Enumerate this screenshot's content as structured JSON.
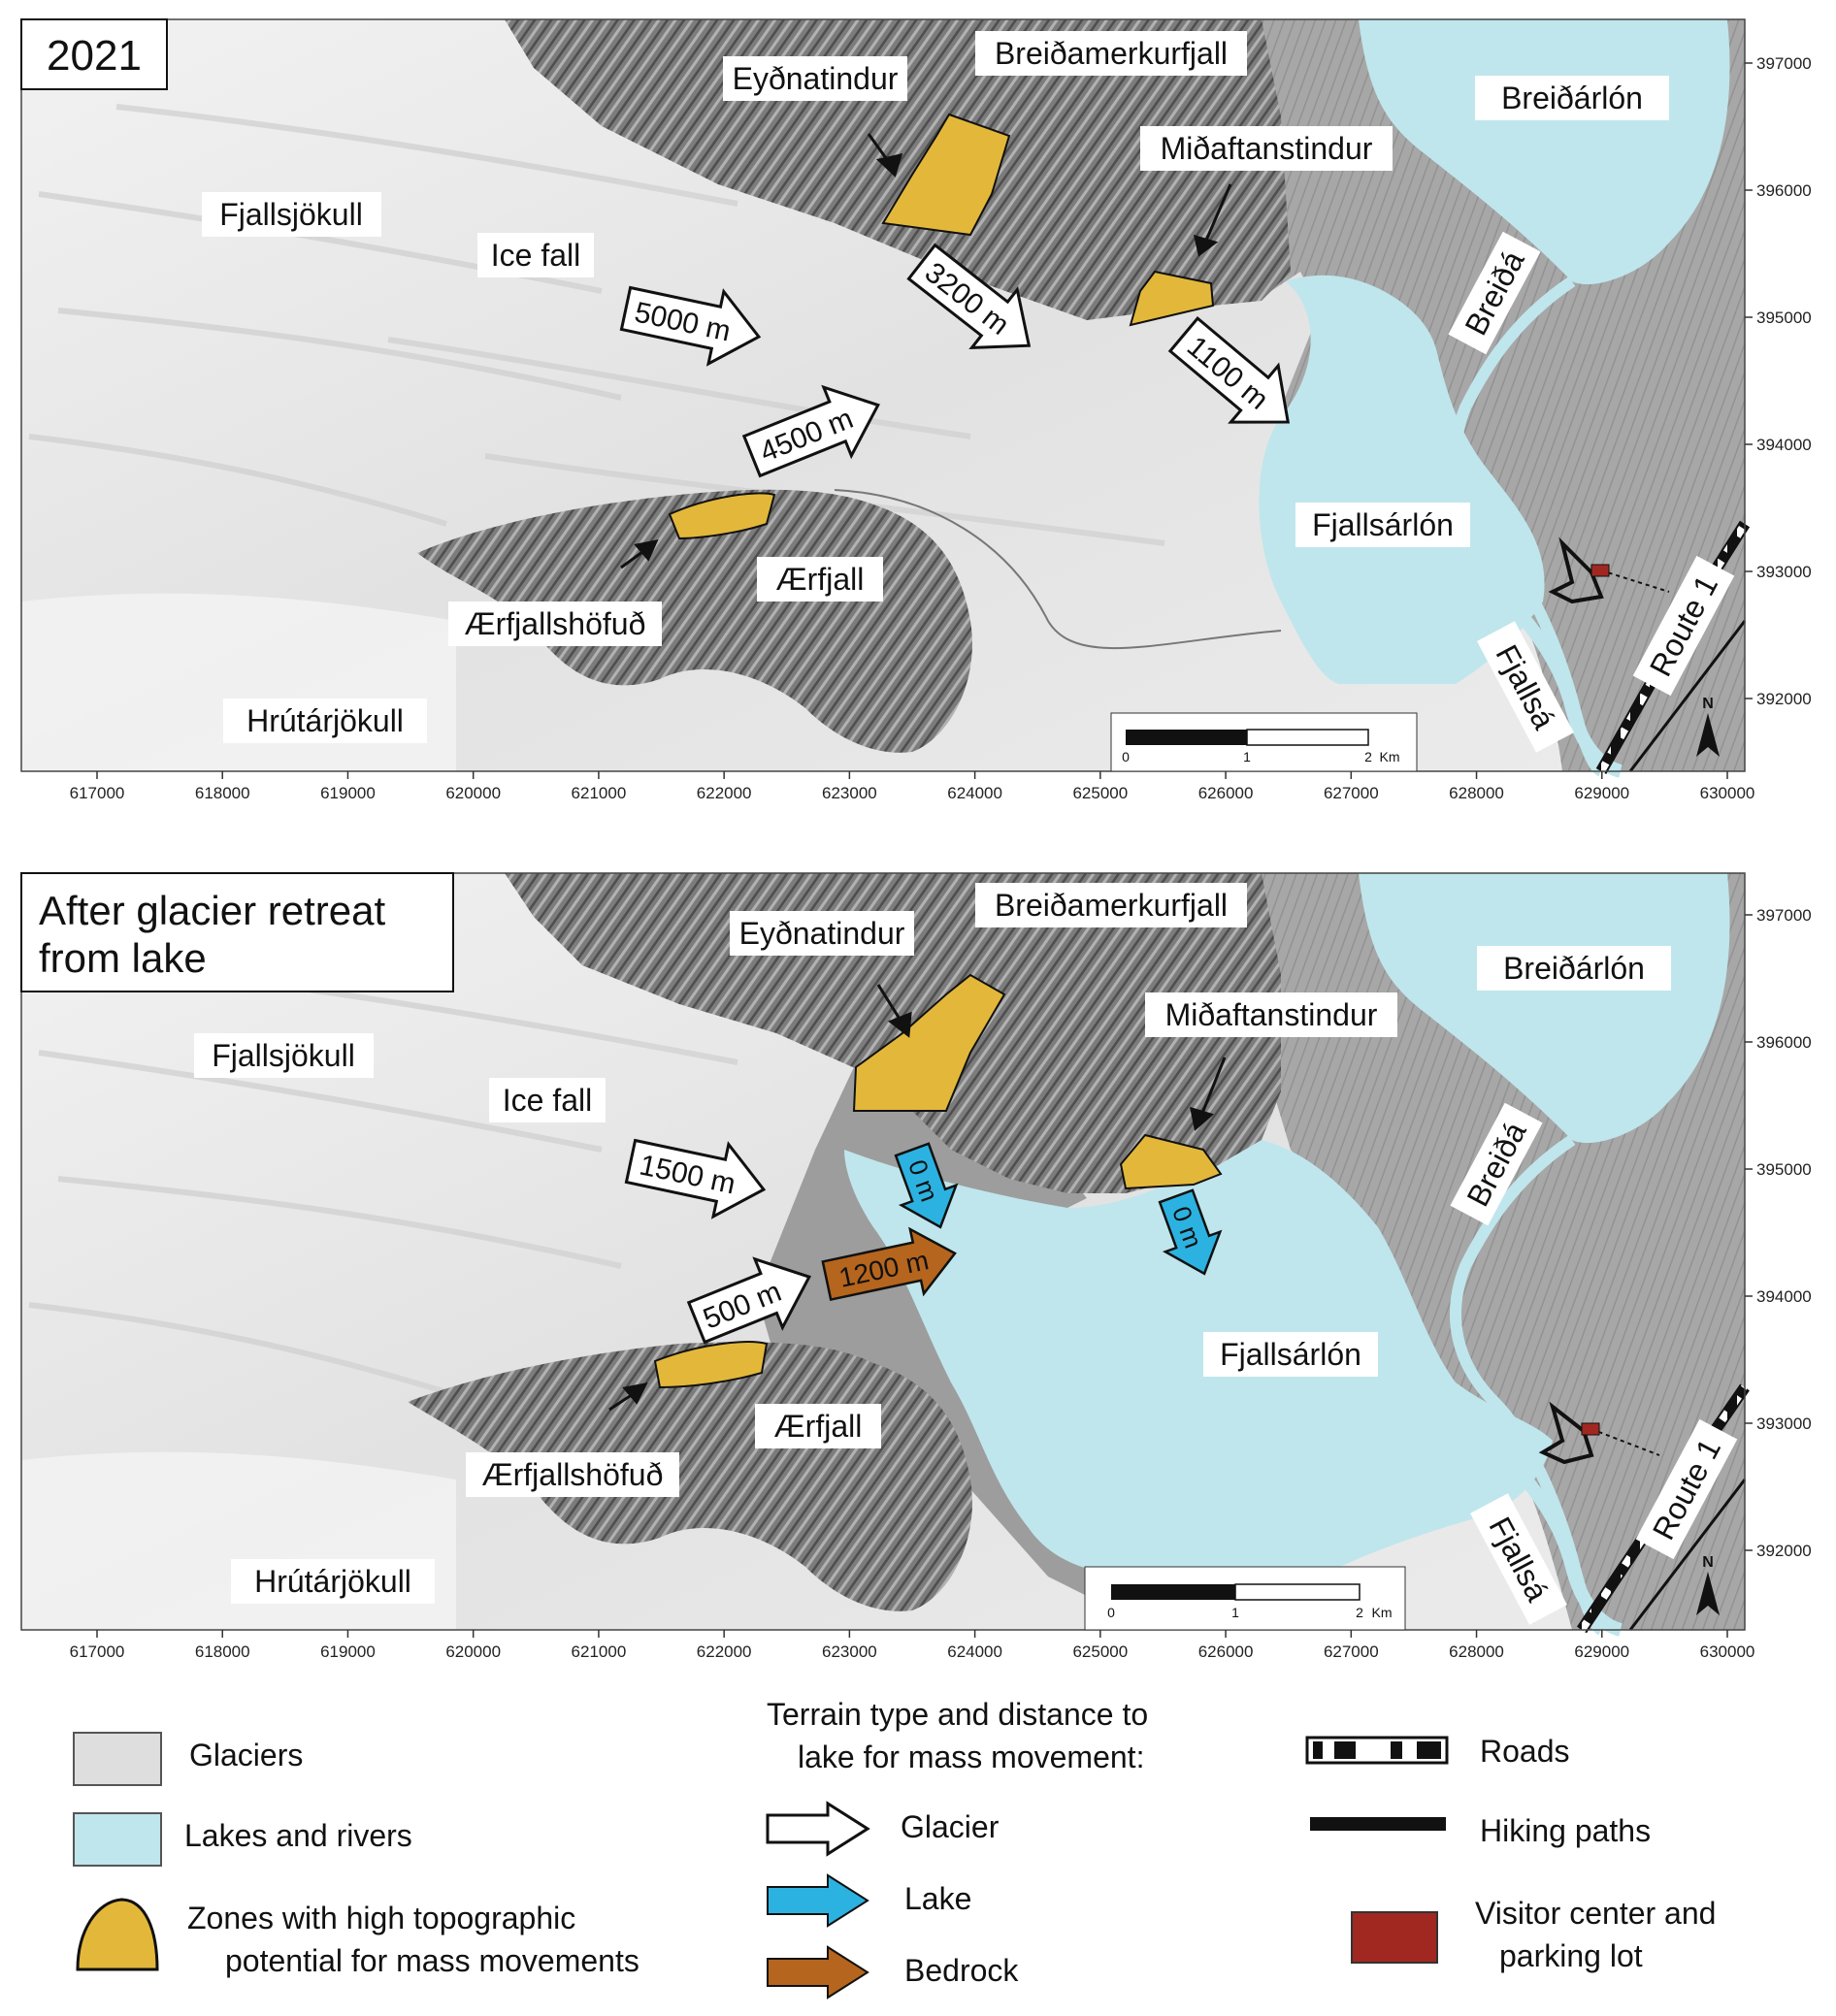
{
  "panels": [
    {
      "id": "top",
      "title": "2021",
      "labels": {
        "breidamerkurfjall": "Breiðamerkurfjall",
        "eydnatindur": "Eyðnatindur",
        "midaftanstindur": "Miðaftanstindur",
        "breidarlon": "Breiðárlón",
        "fjallsjokull": "Fjallsjökull",
        "icefall": "Ice fall",
        "breida": "Breiðá",
        "fjallsarlon": "Fjallsárlón",
        "aerfjall": "Ærfjall",
        "aerfjallshofud": "Ærfjallshöfuð",
        "hrutarjokull": "Hrútárjökull",
        "fjallsa": "Fjallsá",
        "route1": "Route 1"
      },
      "arrows": [
        {
          "label": "5000 m",
          "terrain": "Glacier"
        },
        {
          "label": "3200 m",
          "terrain": "Glacier"
        },
        {
          "label": "1100 m",
          "terrain": "Glacier"
        },
        {
          "label": "4500 m",
          "terrain": "Glacier"
        }
      ]
    },
    {
      "id": "bottom",
      "title": "After glacier retreat from lake",
      "title_lines": [
        "After glacier retreat",
        "from lake"
      ],
      "labels": {
        "breidamerkurfjall": "Breiðamerkurfjall",
        "eydnatindur": "Eyðnatindur",
        "midaftanstindur": "Miðaftanstindur",
        "breidarlon": "Breiðárlón",
        "fjallsjokull": "Fjallsjökull",
        "icefall": "Ice fall",
        "breida": "Breiðá",
        "fjallsarlon": "Fjallsárlón",
        "aerfjall": "Ærfjall",
        "aerfjallshofud": "Ærfjallshöfuð",
        "hrutarjokull": "Hrútárjökull",
        "fjallsa": "Fjallsá",
        "route1": "Route 1"
      },
      "arrows": [
        {
          "label": "1500 m",
          "terrain": "Glacier"
        },
        {
          "label": "500 m",
          "terrain": "Glacier"
        },
        {
          "label": "1200 m",
          "terrain": "Bedrock"
        },
        {
          "label": "0 m",
          "terrain": "Lake"
        },
        {
          "label": "0 m",
          "terrain": "Lake"
        }
      ]
    }
  ],
  "axes": {
    "x_ticks": [
      "617000",
      "618000",
      "619000",
      "620000",
      "621000",
      "622000",
      "623000",
      "624000",
      "625000",
      "626000",
      "627000",
      "628000",
      "629000",
      "630000"
    ],
    "y_ticks": [
      "397000",
      "396000",
      "395000",
      "394000",
      "393000",
      "392000"
    ]
  },
  "scale_bar": {
    "ticks": [
      "0",
      "1",
      "2"
    ],
    "unit": "Km"
  },
  "north_arrow": "N",
  "legend": {
    "glaciers": "Glaciers",
    "lakes": "Lakes and rivers",
    "zones_line1": "Zones with high topographic",
    "zones_line2": "potential for mass movements",
    "terrain_title_line1": "Terrain type and distance to",
    "terrain_title_line2": "lake for mass movement:",
    "glacier": "Glacier",
    "lake": "Lake",
    "bedrock": "Bedrock",
    "roads": "Roads",
    "hiking": "Hiking paths",
    "visitor_line1": "Visitor center and",
    "visitor_line2": "parking lot"
  },
  "colors": {
    "glacier": "#e6e6e6",
    "lake": "#bfe6ec",
    "zone": "#e3b83a",
    "bedrock_hillshade": "#8a8a8a",
    "lake_arrow": "#2cb2e0",
    "bedrock_arrow": "#b5651d",
    "visitor": "#a02820"
  }
}
